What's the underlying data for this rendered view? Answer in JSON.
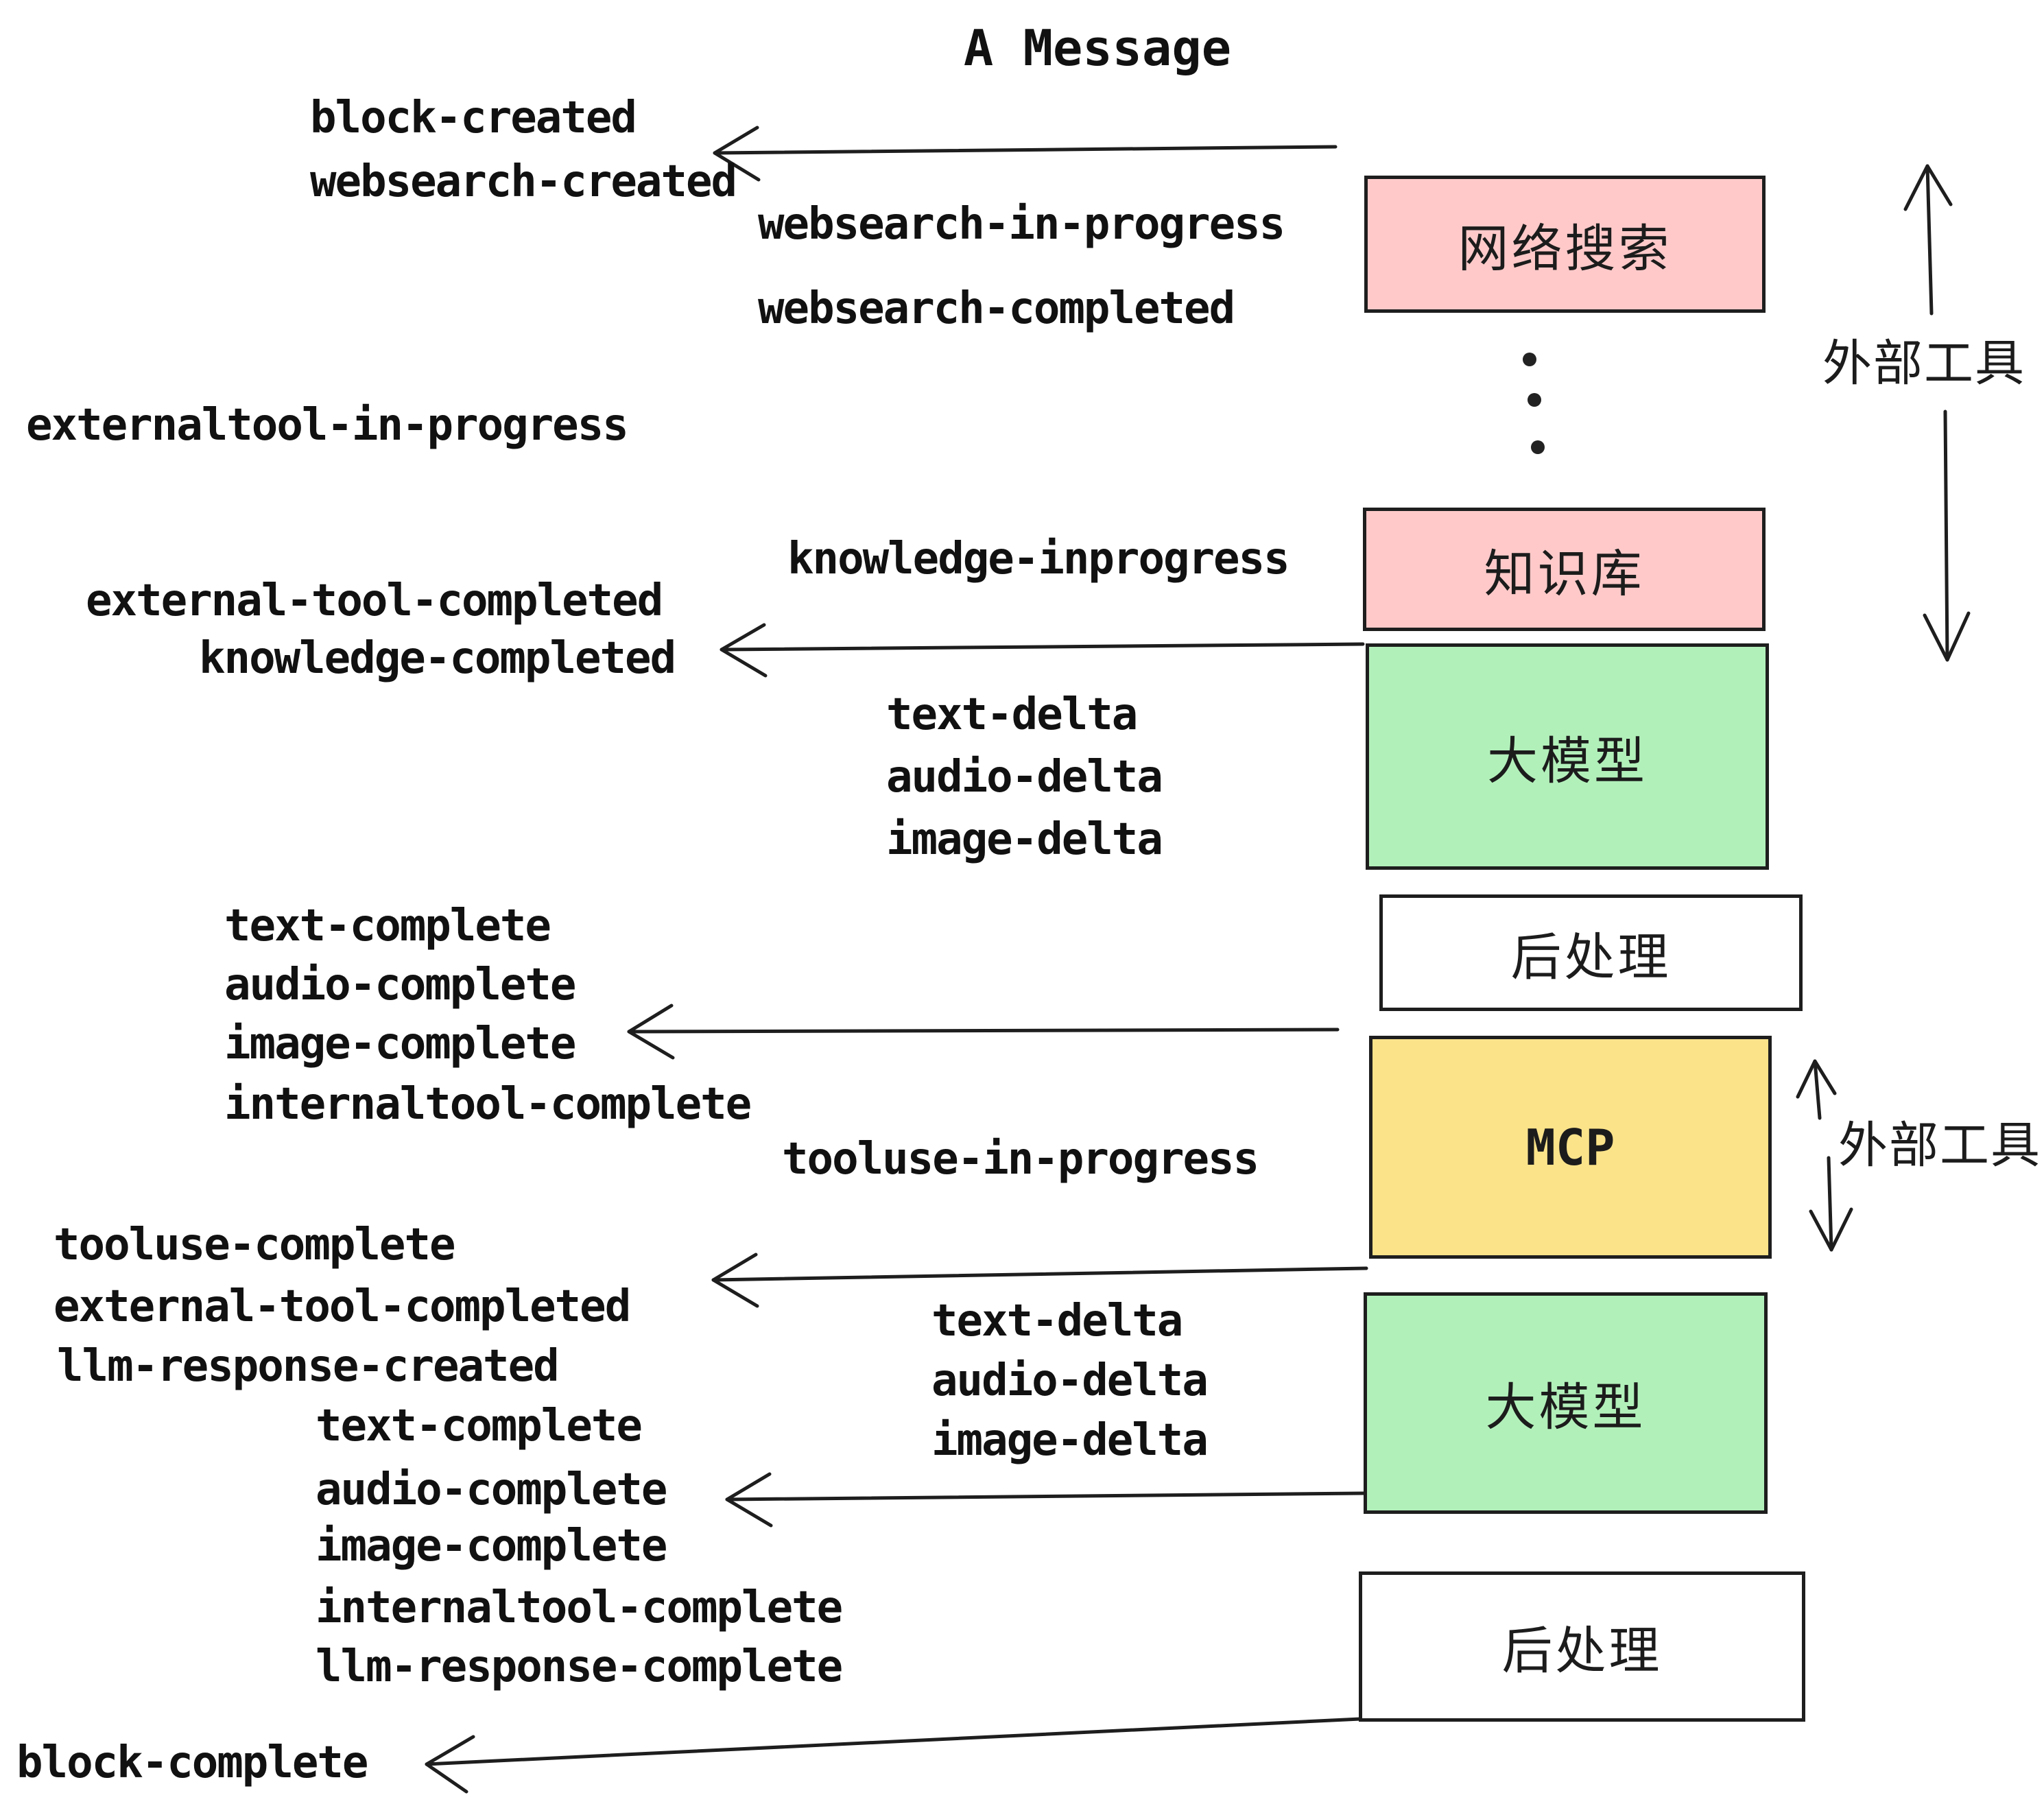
{
  "title": "A Message",
  "colors": {
    "pink": "#ffc9c9",
    "green": "#b2f0ba",
    "yellow": "#fbe38a",
    "white": "#ffffff",
    "line": "#1e1e1e",
    "text": "#111111"
  },
  "pipeline": {
    "boxes": [
      {
        "id": "websearch",
        "label": "网络搜索"
      },
      {
        "id": "knowledge",
        "label": "知识库"
      },
      {
        "id": "llm-1",
        "label": "大模型"
      },
      {
        "id": "post-1",
        "label": "后处理"
      },
      {
        "id": "mcp",
        "label": "MCP"
      },
      {
        "id": "llm-2",
        "label": "大模型"
      },
      {
        "id": "post-2",
        "label": "后处理"
      }
    ],
    "ellipsis_icon": "vertical-dots"
  },
  "side_annotations": [
    {
      "label": "外部工具"
    },
    {
      "label": "外部工具"
    }
  ],
  "events": [
    {
      "text": "block-created"
    },
    {
      "text": "websearch-created"
    },
    {
      "text": "websearch-in-progress"
    },
    {
      "text": "websearch-completed"
    },
    {
      "text": "externaltool-in-progress"
    },
    {
      "text": "knowledge-inprogress"
    },
    {
      "text": "external-tool-completed"
    },
    {
      "text": "knowledge-completed"
    },
    {
      "text": "text-delta"
    },
    {
      "text": "audio-delta"
    },
    {
      "text": "image-delta"
    },
    {
      "text": "text-complete"
    },
    {
      "text": "audio-complete"
    },
    {
      "text": "image-complete"
    },
    {
      "text": "internaltool-complete"
    },
    {
      "text": "tooluse-in-progress"
    },
    {
      "text": "tooluse-complete"
    },
    {
      "text": "external-tool-completed"
    },
    {
      "text": "llm-response-created"
    },
    {
      "text": "text-complete"
    },
    {
      "text": "audio-complete"
    },
    {
      "text": "image-complete"
    },
    {
      "text": "internaltool-complete"
    },
    {
      "text": "llm-response-complete"
    },
    {
      "text": "block-complete"
    }
  ]
}
